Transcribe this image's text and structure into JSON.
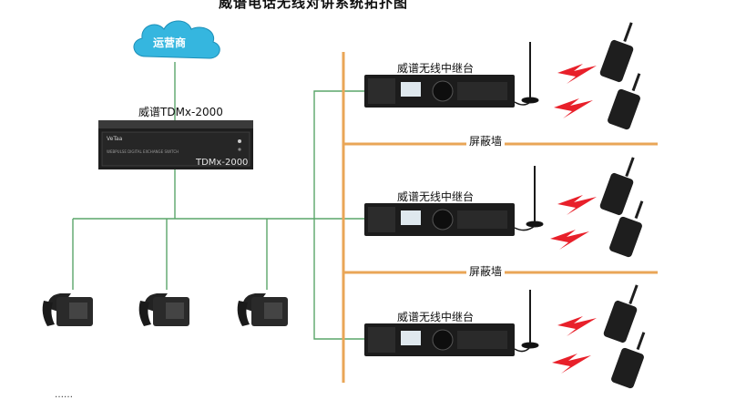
{
  "title": "威谱电话无线对讲系统拓扑图",
  "cloud_label": "运营商",
  "switch": {
    "label": "威谱TDMx-2000",
    "brand": "VeTaa",
    "front_text": "WEBPULSE DIGITAL EXCHANGE SWITCH",
    "model": "TDMx-2000"
  },
  "repeaters": [
    {
      "label": "威谱无线中继台"
    },
    {
      "label": "威谱无线中继台"
    },
    {
      "label": "威谱无线中继台"
    }
  ],
  "walls": [
    {
      "label": "屏蔽墙"
    },
    {
      "label": "屏蔽墙"
    }
  ],
  "phones": [
    "desk-phone-icon",
    "desk-phone-icon",
    "desk-phone-icon"
  ],
  "radios": [
    "walkie-talkie-icon",
    "walkie-talkie-icon",
    "walkie-talkie-icon",
    "walkie-talkie-icon",
    "walkie-talkie-icon",
    "walkie-talkie-icon"
  ],
  "colors": {
    "cloud": "#35b6df",
    "line": "#5aa56a",
    "wall": "#e9a657",
    "signal": "#e8202a",
    "device": "#222222"
  },
  "bottom_caption": "……"
}
